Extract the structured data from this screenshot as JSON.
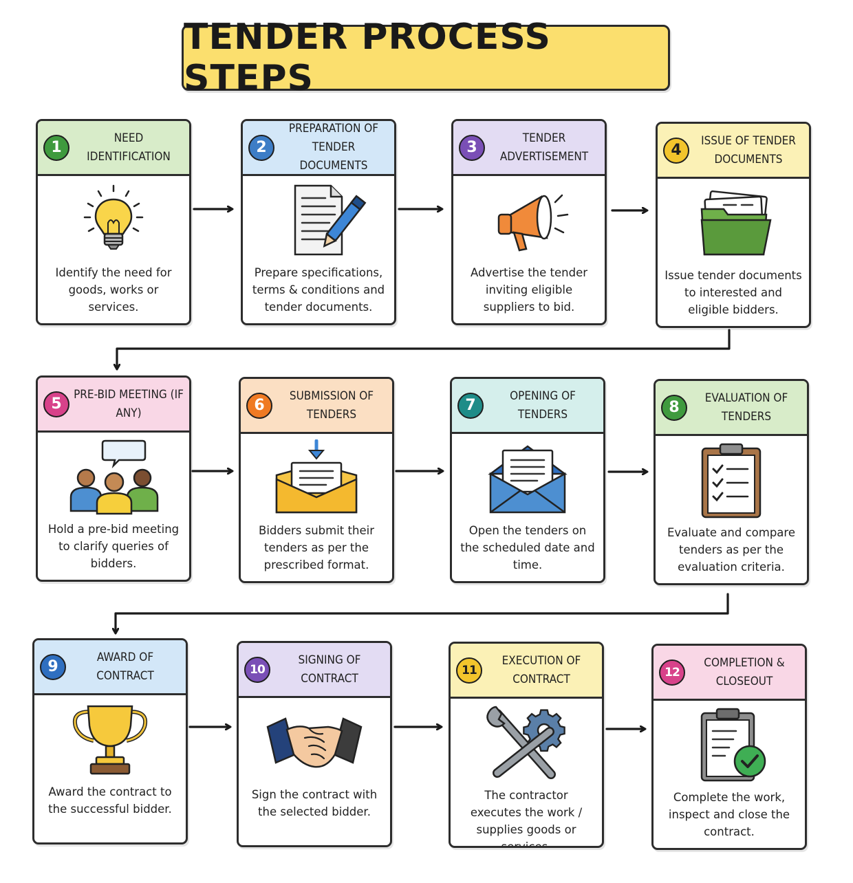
{
  "title": "TENDER PROCESS STEPS",
  "colors": {
    "title_bg": "#fbdf6e",
    "green_head": "#d8ecc9",
    "blue_head": "#d3e7f8",
    "purple_head": "#e3dcf3",
    "yellow_head": "#fbf1b6",
    "pink_head": "#f9d7e6",
    "orange_head": "#fbdfc3",
    "teal_head": "#d5efec"
  },
  "steps": [
    {
      "number": "1",
      "heading": "Need Identification",
      "icon": "lightbulb-icon",
      "description": "Identify the need for goods, works or services."
    },
    {
      "number": "2",
      "heading": "Preparation of Tender Documents",
      "icon": "document-pen-icon",
      "description": "Prepare specifications, terms & conditions and tender documents."
    },
    {
      "number": "3",
      "heading": "Tender Advertisement",
      "icon": "megaphone-icon",
      "description": "Advertise the tender inviting eligible suppliers to bid."
    },
    {
      "number": "4",
      "heading": "Issue of Tender Documents",
      "icon": "folder-icon",
      "description": "Issue tender documents to interested and eligible bidders."
    },
    {
      "number": "5",
      "heading": "Pre-Bid Meeting (If Any)",
      "icon": "meeting-icon",
      "description": "Hold a pre-bid meeting to clarify queries of bidders."
    },
    {
      "number": "6",
      "heading": "Submission of Tenders",
      "icon": "envelope-submit-icon",
      "description": "Bidders submit their tenders as per the prescribed format."
    },
    {
      "number": "7",
      "heading": "Opening of Tenders",
      "icon": "open-envelope-icon",
      "description": "Open the tenders on the scheduled date and time."
    },
    {
      "number": "8",
      "heading": "Evaluation of Tenders",
      "icon": "clipboard-checklist-icon",
      "description": "Evaluate and compare tenders as per the evaluation criteria."
    },
    {
      "number": "9",
      "heading": "Award of Contract",
      "icon": "trophy-icon",
      "description": "Award the contract to the successful bidder."
    },
    {
      "number": "10",
      "heading": "Signing of Contract",
      "icon": "handshake-icon",
      "description": "Sign the contract with the selected bidder."
    },
    {
      "number": "11",
      "heading": "Execution of Contract",
      "icon": "tools-gear-icon",
      "description": "The contractor executes the work / supplies goods or services."
    },
    {
      "number": "12",
      "heading": "Completion & Closeout",
      "icon": "clipboard-check-icon",
      "description": "Complete the work, inspect and close the contract."
    }
  ]
}
